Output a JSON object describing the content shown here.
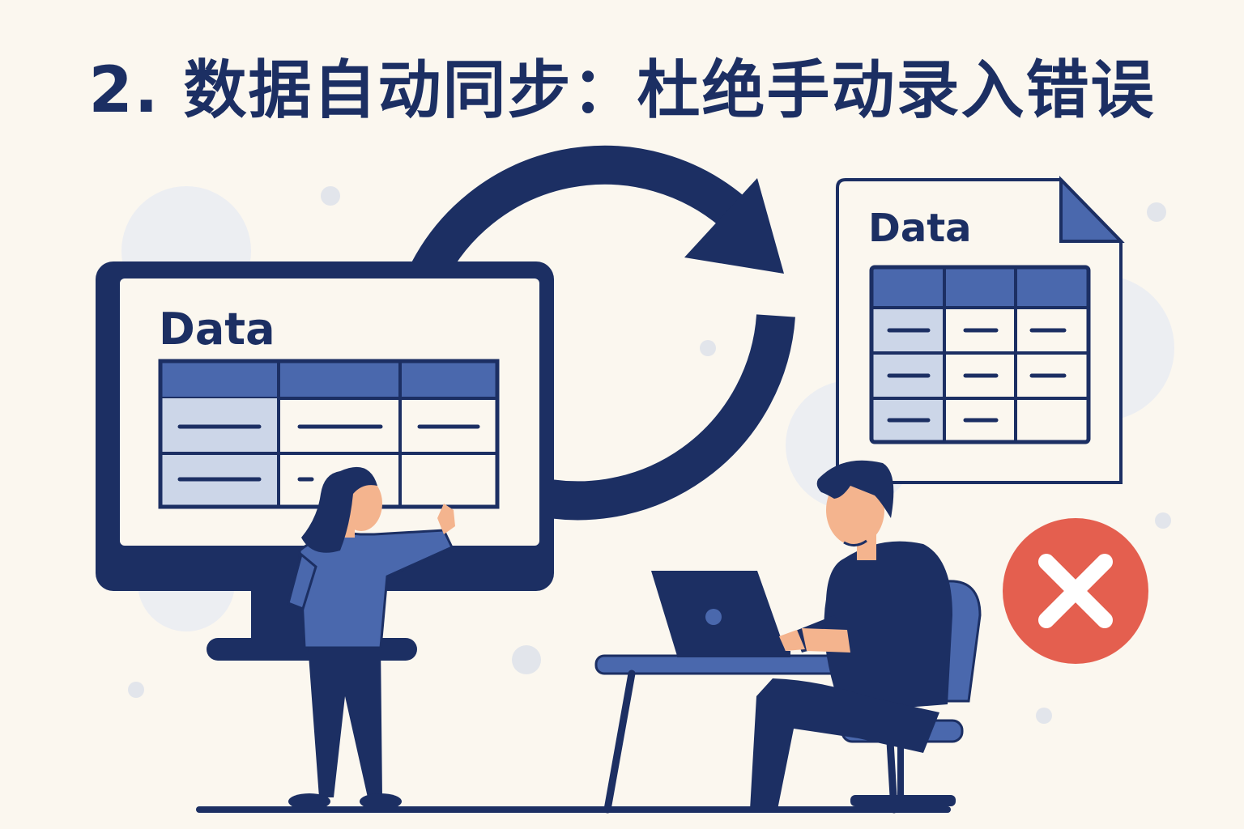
{
  "title": "2. 数据自动同步：杜绝手动录入错误",
  "monitor": {
    "label": "Data"
  },
  "document": {
    "label": "Data"
  },
  "colors": {
    "navy": "#1c2f63",
    "accent_blue": "#4a68ad",
    "light_blue": "#ccd6e8",
    "background": "#fbf7ef",
    "error_red": "#e45f4f"
  },
  "icons": [
    "sync-arrows-icon",
    "error-x-icon",
    "document-icon",
    "monitor-icon",
    "laptop-icon"
  ]
}
